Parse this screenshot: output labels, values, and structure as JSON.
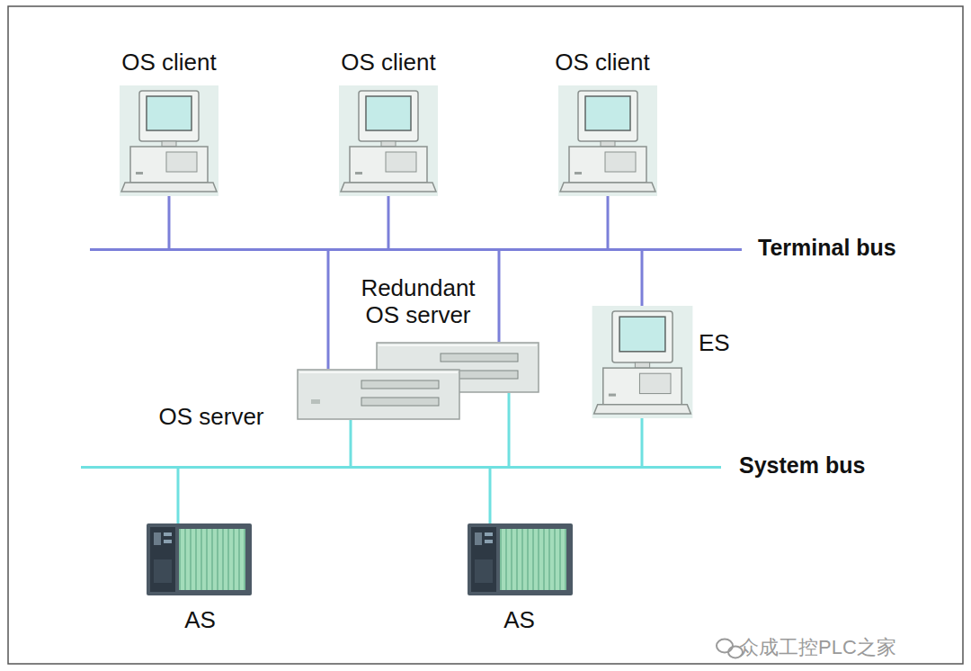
{
  "diagram": {
    "nodes": [
      {
        "text": [
          "OS client"
        ]
      },
      {
        "text": [
          "OS client"
        ]
      },
      {
        "text": [
          "OS client"
        ]
      },
      {
        "text": [
          "Terminal bus"
        ]
      },
      {
        "text": [
          "Redundant OS server"
        ]
      },
      {
        "text": [
          "ES"
        ]
      },
      {
        "text": [
          "OS server"
        ]
      },
      {
        "text": [
          "System bus"
        ]
      },
      {
        "text": [
          "AS"
        ]
      },
      {
        "text": [
          "AS"
        ]
      }
    ],
    "edges": [
      {
        "from": 0,
        "to": 3,
        "arrow": "none"
      },
      {
        "from": 1,
        "to": 3,
        "arrow": "none"
      },
      {
        "from": 2,
        "to": 3,
        "arrow": "none"
      },
      {
        "from": 4,
        "to": 3,
        "arrow": "none"
      },
      {
        "from": 6,
        "to": 3,
        "arrow": "none"
      },
      {
        "from": 5,
        "to": 3,
        "arrow": "none"
      },
      {
        "from": 6,
        "to": 7,
        "arrow": "none"
      },
      {
        "from": 4,
        "to": 7,
        "arrow": "none"
      },
      {
        "from": 5,
        "to": 7,
        "arrow": "none"
      },
      {
        "from": 8,
        "to": 7,
        "arrow": "none"
      },
      {
        "from": 9,
        "to": 7,
        "arrow": "none"
      }
    ],
    "labels": [
      "众成工控PLC之家"
    ]
  }
}
